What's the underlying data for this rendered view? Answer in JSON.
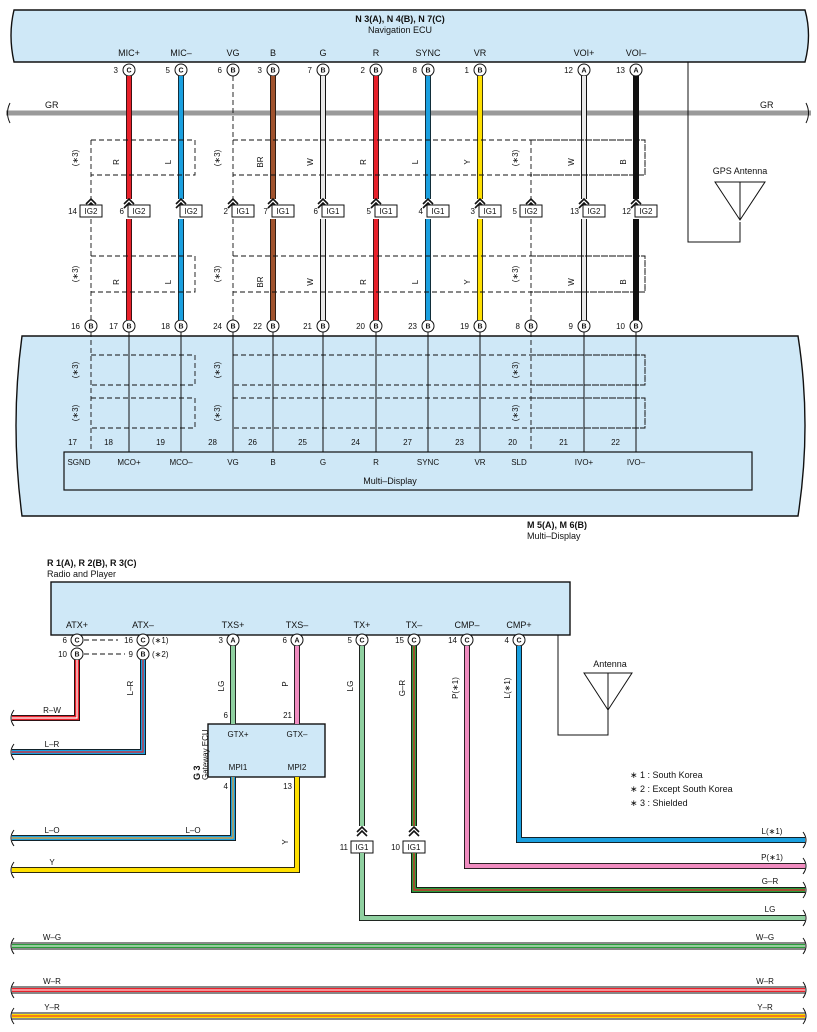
{
  "top": {
    "ecu_title": "N 3(A), N 4(B), N 7(C)",
    "ecu_name": "Navigation ECU",
    "gr_label": "GR",
    "gps_label": "GPS Antenna",
    "pins": [
      {
        "name": "MIC+",
        "num": "3",
        "letter": "C",
        "color": "#e8202a",
        "wire": "R",
        "ig": "IG2",
        "ig_num": "6",
        "bot_num": "17",
        "bot_letter": "B",
        "disp_num": "18",
        "disp_name": "MCO+"
      },
      {
        "name": "MIC–",
        "num": "5",
        "letter": "C",
        "color": "#1aa0e0",
        "wire": "L",
        "ig": "IG2",
        "ig_num": "",
        "bot_num": "18",
        "bot_letter": "B",
        "disp_num": "19",
        "disp_name": "MCO–"
      },
      {
        "name": "VG",
        "num": "6",
        "letter": "B",
        "color": "",
        "wire": "",
        "ig": "IG1",
        "ig_num": "2",
        "bot_num": "24",
        "bot_letter": "B",
        "disp_num": "28",
        "disp_name": "VG"
      },
      {
        "name": "B",
        "num": "3",
        "letter": "B",
        "color": "#a0522d",
        "wire": "BR",
        "ig": "IG1",
        "ig_num": "7",
        "bot_num": "22",
        "bot_letter": "B",
        "disp_num": "26",
        "disp_name": "B"
      },
      {
        "name": "G",
        "num": "7",
        "letter": "B",
        "color": "#e8e8e8",
        "wire": "W",
        "ig": "IG1",
        "ig_num": "6",
        "bot_num": "21",
        "bot_letter": "B",
        "disp_num": "25",
        "disp_name": "G"
      },
      {
        "name": "R",
        "num": "2",
        "letter": "B",
        "color": "#e8202a",
        "wire": "R",
        "ig": "IG1",
        "ig_num": "5",
        "bot_num": "20",
        "bot_letter": "B",
        "disp_num": "24",
        "disp_name": "R"
      },
      {
        "name": "SYNC",
        "num": "8",
        "letter": "B",
        "color": "#1aa0e0",
        "wire": "L",
        "ig": "IG1",
        "ig_num": "4",
        "bot_num": "23",
        "bot_letter": "B",
        "disp_num": "27",
        "disp_name": "SYNC"
      },
      {
        "name": "VR",
        "num": "1",
        "letter": "B",
        "color": "#ffe000",
        "wire": "Y",
        "ig": "IG1",
        "ig_num": "3",
        "bot_num": "19",
        "bot_letter": "B",
        "disp_num": "23",
        "disp_name": "VR"
      },
      {
        "name": "VOI+",
        "num": "12",
        "letter": "A",
        "color": "#e8e8e8",
        "wire": "W",
        "ig": "IG2",
        "ig_num": "13",
        "bot_num": "9",
        "bot_letter": "B",
        "disp_num": "21",
        "disp_name": "IVO+"
      },
      {
        "name": "VOI–",
        "num": "13",
        "letter": "A",
        "color": "#111111",
        "wire": "B",
        "ig": "IG2",
        "ig_num": "12",
        "bot_num": "10",
        "bot_letter": "B",
        "disp_num": "22",
        "disp_name": "IVO–"
      }
    ],
    "shield_left": {
      "ig": "IG2",
      "ig_num": "14",
      "bot_num": "16",
      "bot_letter": "B",
      "disp_num": "17",
      "disp_name": "SGND"
    },
    "shield_right": {
      "ig": "IG2",
      "ig_num": "5",
      "bot_num": "8",
      "bot_letter": "B",
      "disp_num": "20",
      "disp_name": "SLD"
    },
    "shield_mark": "(∗3)",
    "inner_label": "Multi–Display",
    "md_title": "M 5(A), M 6(B)",
    "md_name": "Multi–Display"
  },
  "bottom": {
    "radio_title": "R 1(A), R 2(B), R 3(C)",
    "radio_name": "Radio and Player",
    "antenna_label": "Antenna",
    "gw_title": "G 3",
    "gw_name": "Gateway ECU",
    "gw_pins": {
      "gtx_p": "GTX+",
      "gtx_m": "GTX–",
      "mpi1": "MPI1",
      "mpi2": "MPI2",
      "n6": "6",
      "n21": "21",
      "n4": "4",
      "n13": "13"
    },
    "radio_pins": [
      {
        "name": "ATX+",
        "num": "6",
        "letter": "C"
      },
      {
        "name": "ATX–",
        "num": "16",
        "letter": "C"
      },
      {
        "name": "TXS+",
        "num": "3",
        "letter": "A"
      },
      {
        "name": "TXS–",
        "num": "6",
        "letter": "A"
      },
      {
        "name": "TX+",
        "num": "5",
        "letter": "C"
      },
      {
        "name": "TX–",
        "num": "15",
        "letter": "C"
      },
      {
        "name": "CMP–",
        "num": "14",
        "letter": "C"
      },
      {
        "name": "CMP+",
        "num": "4",
        "letter": "C"
      }
    ],
    "atx_second": {
      "num_p": "10",
      "letter_p": "B",
      "num_m": "9",
      "letter_m": "B",
      "note1": "(∗1)",
      "note2": "(∗2)"
    },
    "wire_labels": {
      "lr": "L–R",
      "lg": "LG",
      "p": "P",
      "lg2": "LG",
      "gr": "G–R",
      "p1": "P(∗1)",
      "l1": "L(∗1)",
      "y": "Y"
    },
    "ig_tx": {
      "num": "11",
      "ig": "IG1"
    },
    "ig_txm": {
      "num": "10",
      "ig": "IG1"
    },
    "legend": [
      "∗ 1 : South Korea",
      "∗ 2 : Except South Korea",
      "∗ 3 : Shielded"
    ],
    "harness": [
      {
        "left": "R–W",
        "right": ""
      },
      {
        "left": "L–R",
        "right": ""
      },
      {
        "left": "L–O",
        "right": ""
      },
      {
        "left": "Y",
        "right": ""
      },
      {
        "left": "",
        "right": "L(∗1)"
      },
      {
        "left": "",
        "right": "P(∗1)"
      },
      {
        "left": "",
        "right": "G–R"
      },
      {
        "left": "",
        "right": "LG"
      },
      {
        "left": "W–G",
        "right": "W–G"
      },
      {
        "left": "W–R",
        "right": "W–R"
      },
      {
        "left": "Y–R",
        "right": "Y–R"
      }
    ],
    "lo_mid": "L–O"
  },
  "colors": {
    "gr": "#9a9a9a",
    "panel": "#cfe8f7",
    "lg": "#8fd0a0",
    "pink": "#f08cc0",
    "blue": "#1aa0e0",
    "yellow": "#ffe000",
    "red": "#e8202a",
    "green": "#2a9a3a"
  }
}
